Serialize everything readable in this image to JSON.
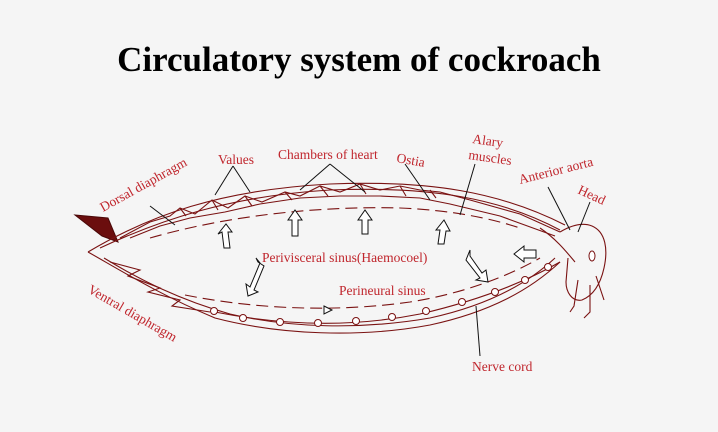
{
  "title": "Circulatory system of cockroach",
  "colors": {
    "label": "#c0262d",
    "outline": "#7a1212",
    "pointer": "#111111",
    "background": "#f5f5f5"
  },
  "labels": {
    "dorsal_diaphragm": "Dorsal diaphragm",
    "values": "Values",
    "chambers_of_heart": "Chambers of heart",
    "ostia": "Ostia",
    "alary_muscles_1": "Alary",
    "alary_muscles_2": "muscles",
    "anterior_aorta": "Anterior aorta",
    "head": "Head",
    "perivisceral_sinus": "Perivisceral sinus(Haemocoel)",
    "perineural_sinus": "Perineural sinus",
    "ventral_diaphragm": "Ventral diaphragm",
    "nerve_cord": "Nerve cord"
  }
}
